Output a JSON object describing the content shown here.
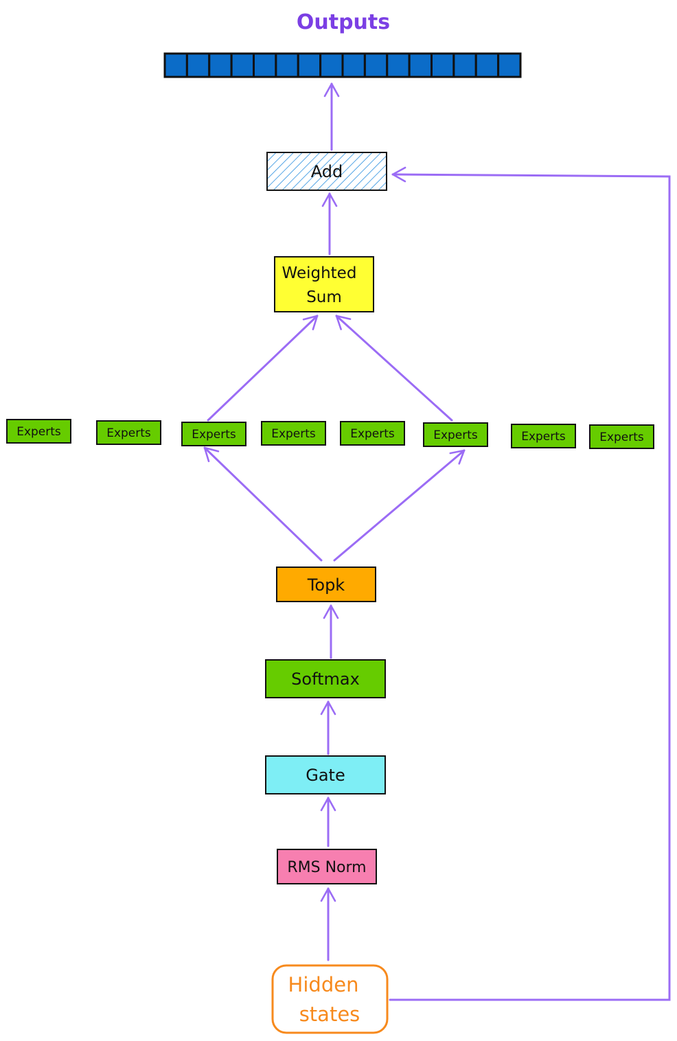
{
  "diagram": {
    "title": "Outputs",
    "output_cell_count": 16,
    "nodes": {
      "add": "Add",
      "weighted_sum_line1": "Weighted",
      "weighted_sum_line2": "Sum",
      "topk": "Topk",
      "softmax": "Softmax",
      "gate": "Gate",
      "rms_norm": "RMS Norm",
      "hidden_states_line1": "Hidden",
      "hidden_states_line2": "states"
    },
    "experts": [
      "Experts",
      "Experts",
      "Experts",
      "Experts",
      "Experts",
      "Experts",
      "Experts",
      "Experts"
    ]
  },
  "colors": {
    "arrow": "#9b6cf5",
    "title": "#7b3fe4",
    "output_cells": "#0b6cc8",
    "add_hatch": "#2a8fe0",
    "weighted_sum": "#ffff33",
    "experts": "#66cc00",
    "topk": "#ffaa00",
    "softmax": "#66cc00",
    "gate": "#7eeef5",
    "rms_norm": "#f77fb0",
    "hidden_states": "#f78a1d"
  }
}
